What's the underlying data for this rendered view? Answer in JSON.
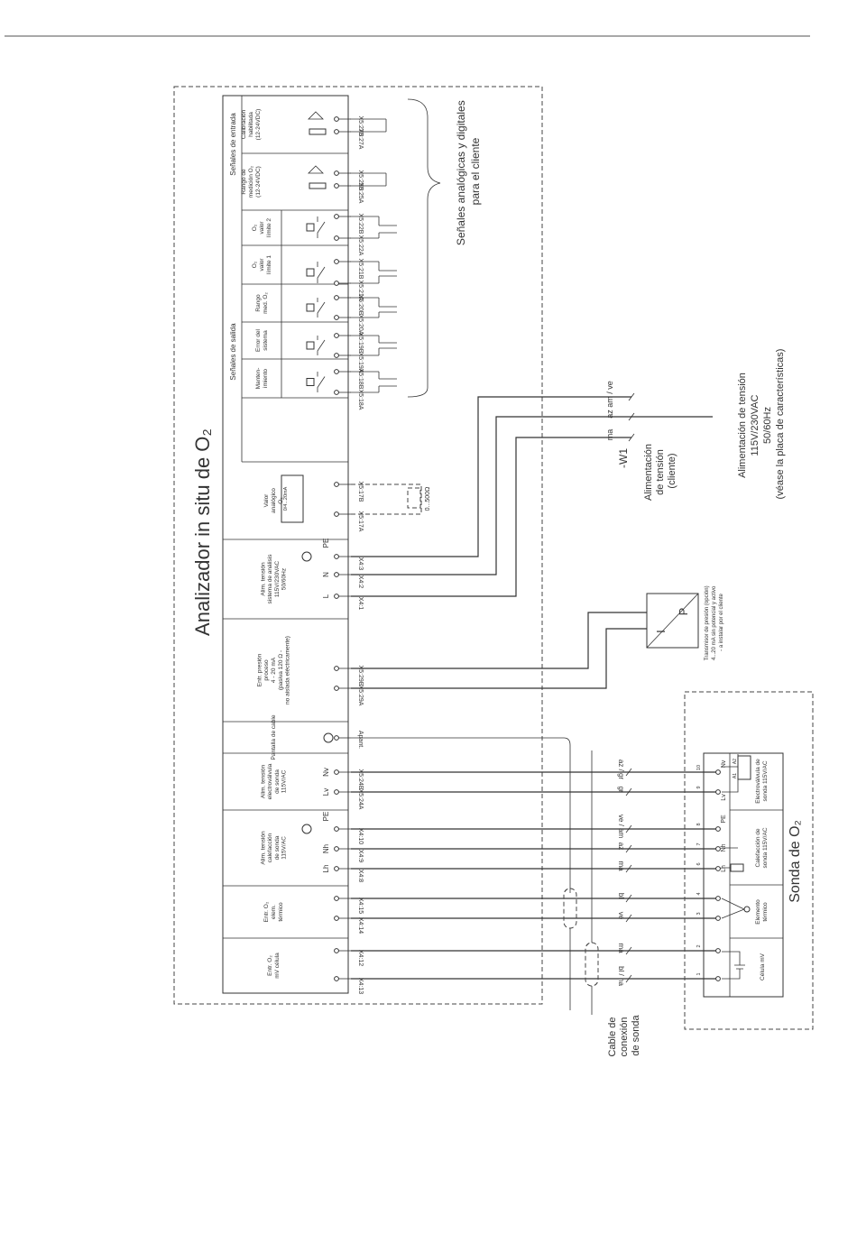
{
  "analyzer": {
    "title": "Analizador in situ de O₂",
    "group_inputs": "Señales de entrada",
    "group_outputs": "Señales de salida",
    "blocks": [
      {
        "lines": [
          "Calibración",
          "habilitada",
          "(12-24VDC)"
        ],
        "terminals": [
          "X5:27B",
          "X5:27A"
        ]
      },
      {
        "lines": [
          "Rango de",
          "medición O₂",
          "(12-24VDC)"
        ],
        "terminals": [
          "X5:25B",
          "X5:25A"
        ]
      },
      {
        "lines": [
          "O₂",
          "valor",
          "límite 2"
        ],
        "terminals": [
          "X5:22B",
          "X5:22A"
        ]
      },
      {
        "lines": [
          "O₂",
          "valor",
          "límite 1"
        ],
        "terminals": [
          "X5:21B",
          "X5:21A"
        ]
      },
      {
        "lines": [
          "Rango",
          "med. O₂"
        ],
        "terminals": [
          "X5:20B",
          "X5:20A"
        ]
      },
      {
        "lines": [
          "Error del",
          "sistema"
        ],
        "terminals": [
          "X5:19B",
          "X5:19A"
        ]
      },
      {
        "lines": [
          "Manten-",
          "imiento"
        ],
        "terminals": [
          "X5:18B",
          "X5:18A"
        ]
      },
      {
        "lines": [
          "Valor",
          "analógico",
          "O₂"
        ],
        "terminals": [
          "X5:17B",
          "X5:17A"
        ]
      },
      {
        "lines": [
          "Alim. tensión",
          "sistema de análisis",
          "115V/230VAC",
          "50/60Hz"
        ],
        "terminals": [
          "X4:3",
          "X4:2",
          "X4:1"
        ],
        "pins": [
          "PE",
          "N",
          "L"
        ]
      },
      {
        "lines": [
          "Entr. presión",
          "proceso",
          "4 - 20 mA",
          "(pasiva 120 Ω -",
          "no aislada eléctricamente)"
        ],
        "terminals": [
          "X5:29B",
          "X5:29A"
        ]
      },
      {
        "lines": [
          "Pantalla de cable"
        ],
        "terminals": [
          "Apant."
        ]
      },
      {
        "lines": [
          "Alim. tensión",
          "electroválvula",
          "de sonda",
          "115V/AC"
        ],
        "terminals": [
          "X5:24B",
          "X5:24A"
        ],
        "pins": [
          "Nv",
          "Lv"
        ]
      },
      {
        "lines": [
          "Alim. tensión",
          "calefacción",
          "de sonda",
          "115V/AC"
        ],
        "terminals": [
          "X4:10",
          "X4:9",
          "X4:8"
        ],
        "pins": [
          "PE",
          "Nh",
          "Lh"
        ]
      },
      {
        "lines": [
          "Entr. O₂",
          "elem.",
          "térmico"
        ],
        "terminals": [
          "X4:15",
          "X4:14"
        ]
      },
      {
        "lines": [
          "Entr. O₂",
          "mV célula"
        ],
        "terminals": [
          "X4:12",
          "X4:13"
        ]
      }
    ],
    "analog_range": "0/4...20mA",
    "load_label": "0...500Ω"
  },
  "customer_signals": [
    "Señales analógicas y digitales",
    "para el cliente"
  ],
  "mains": {
    "wire_colors": [
      "am / ve",
      "az",
      "ma"
    ],
    "cable_id": "-W1",
    "customer_supply": [
      "Alimentación",
      "de tensión",
      "(cliente)"
    ],
    "supply_spec": [
      "Alimentación de tensión",
      "115V/230VAC",
      "50/60Hz",
      "(véase la placa de características)"
    ]
  },
  "pressure_transmitter": {
    "letters": [
      "I",
      "P"
    ],
    "note": [
      "Transmisor de presión (opción)",
      "4...20 mA sin potencial y activo",
      "- a instalar por el cliente"
    ]
  },
  "probe": {
    "title": "Sonda de O₂",
    "wire_colors": [
      "az / gr",
      "gr",
      "ve / am",
      "az",
      "ma",
      "bl",
      "ve",
      "ma",
      "bl / na"
    ],
    "terminal_numbers": [
      "10",
      "9",
      "8",
      "7",
      "6",
      "4",
      "3",
      "2",
      "1"
    ],
    "components": [
      {
        "lines": [
          "Electroválvula de",
          "sonda 115V/AC"
        ],
        "pins": [
          "Nv",
          "Lv"
        ],
        "tags": [
          "A2",
          "A1"
        ]
      },
      {
        "lines": [
          "Calefacción de",
          "sonda 115V/AC"
        ],
        "pins": [
          "PE",
          "Nh",
          "Lh"
        ]
      },
      {
        "lines": [
          "Elemento",
          "térmico"
        ]
      },
      {
        "lines": [
          "Célula mV"
        ]
      }
    ]
  },
  "connection_cable": [
    "Cable de",
    "conexión",
    "de sonda"
  ]
}
